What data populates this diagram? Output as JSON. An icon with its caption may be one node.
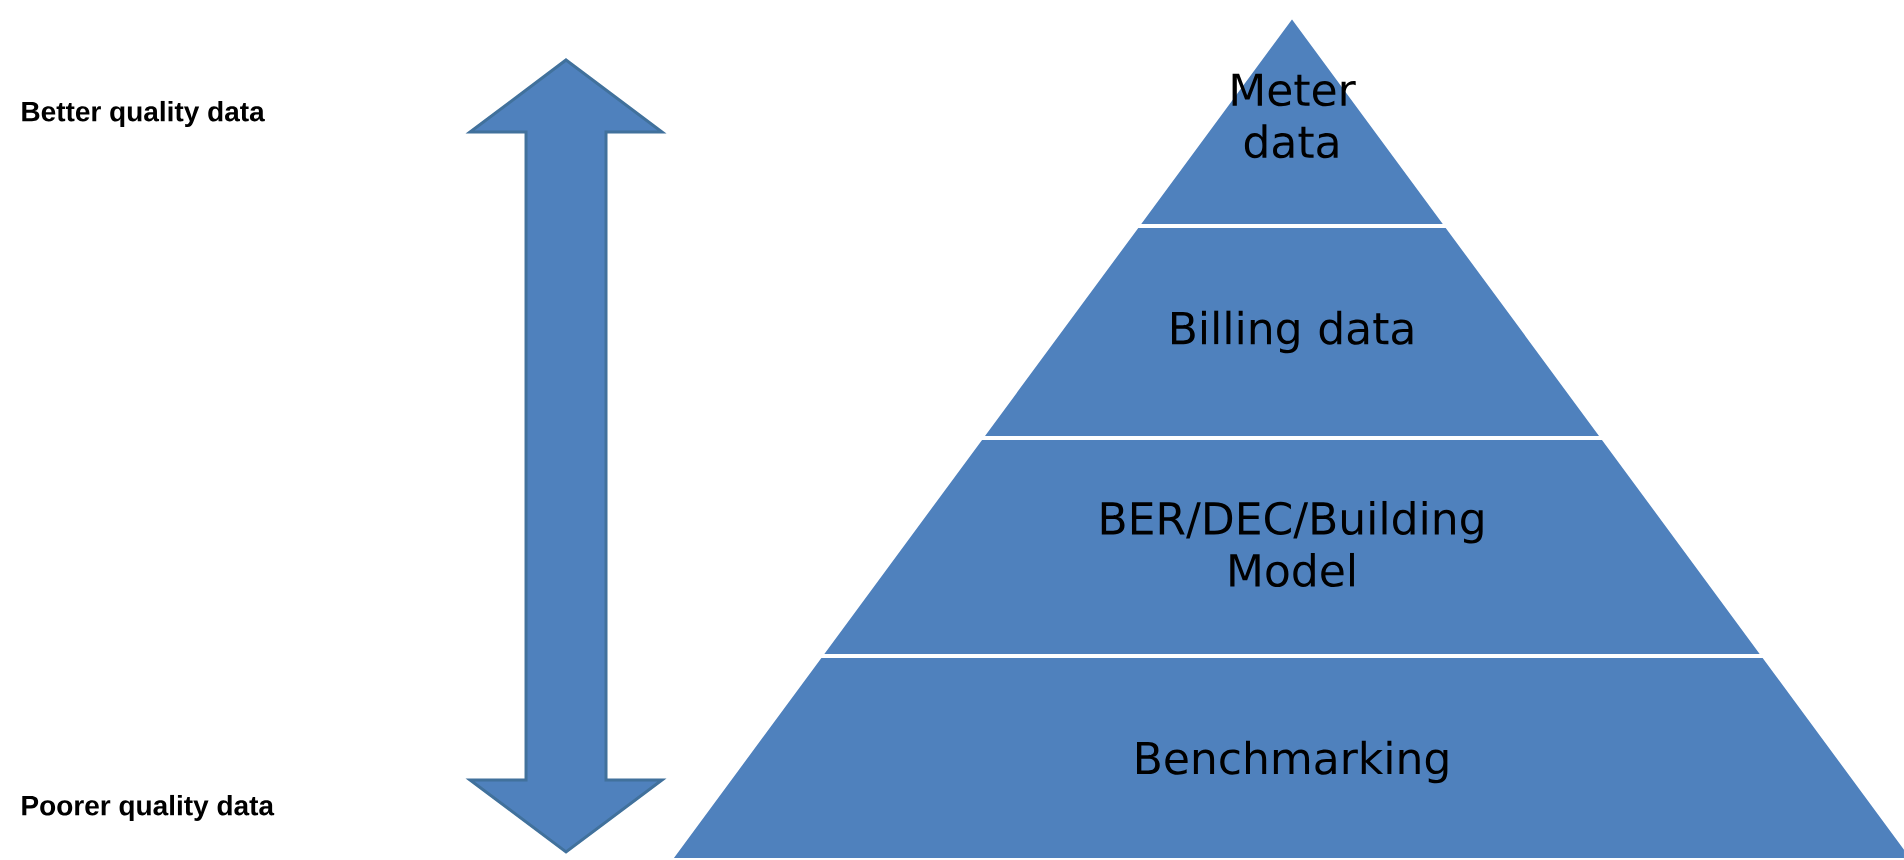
{
  "diagram": {
    "nodes": [
      {
        "text": [
          "Meter data"
        ]
      },
      {
        "text": [
          "Billing data"
        ]
      },
      {
        "text": [
          "BER/DEC/Building Model"
        ]
      },
      {
        "text": [
          "Benchmarking"
        ]
      }
    ],
    "labels": [
      "Better quality data",
      "Poorer quality data"
    ]
  }
}
